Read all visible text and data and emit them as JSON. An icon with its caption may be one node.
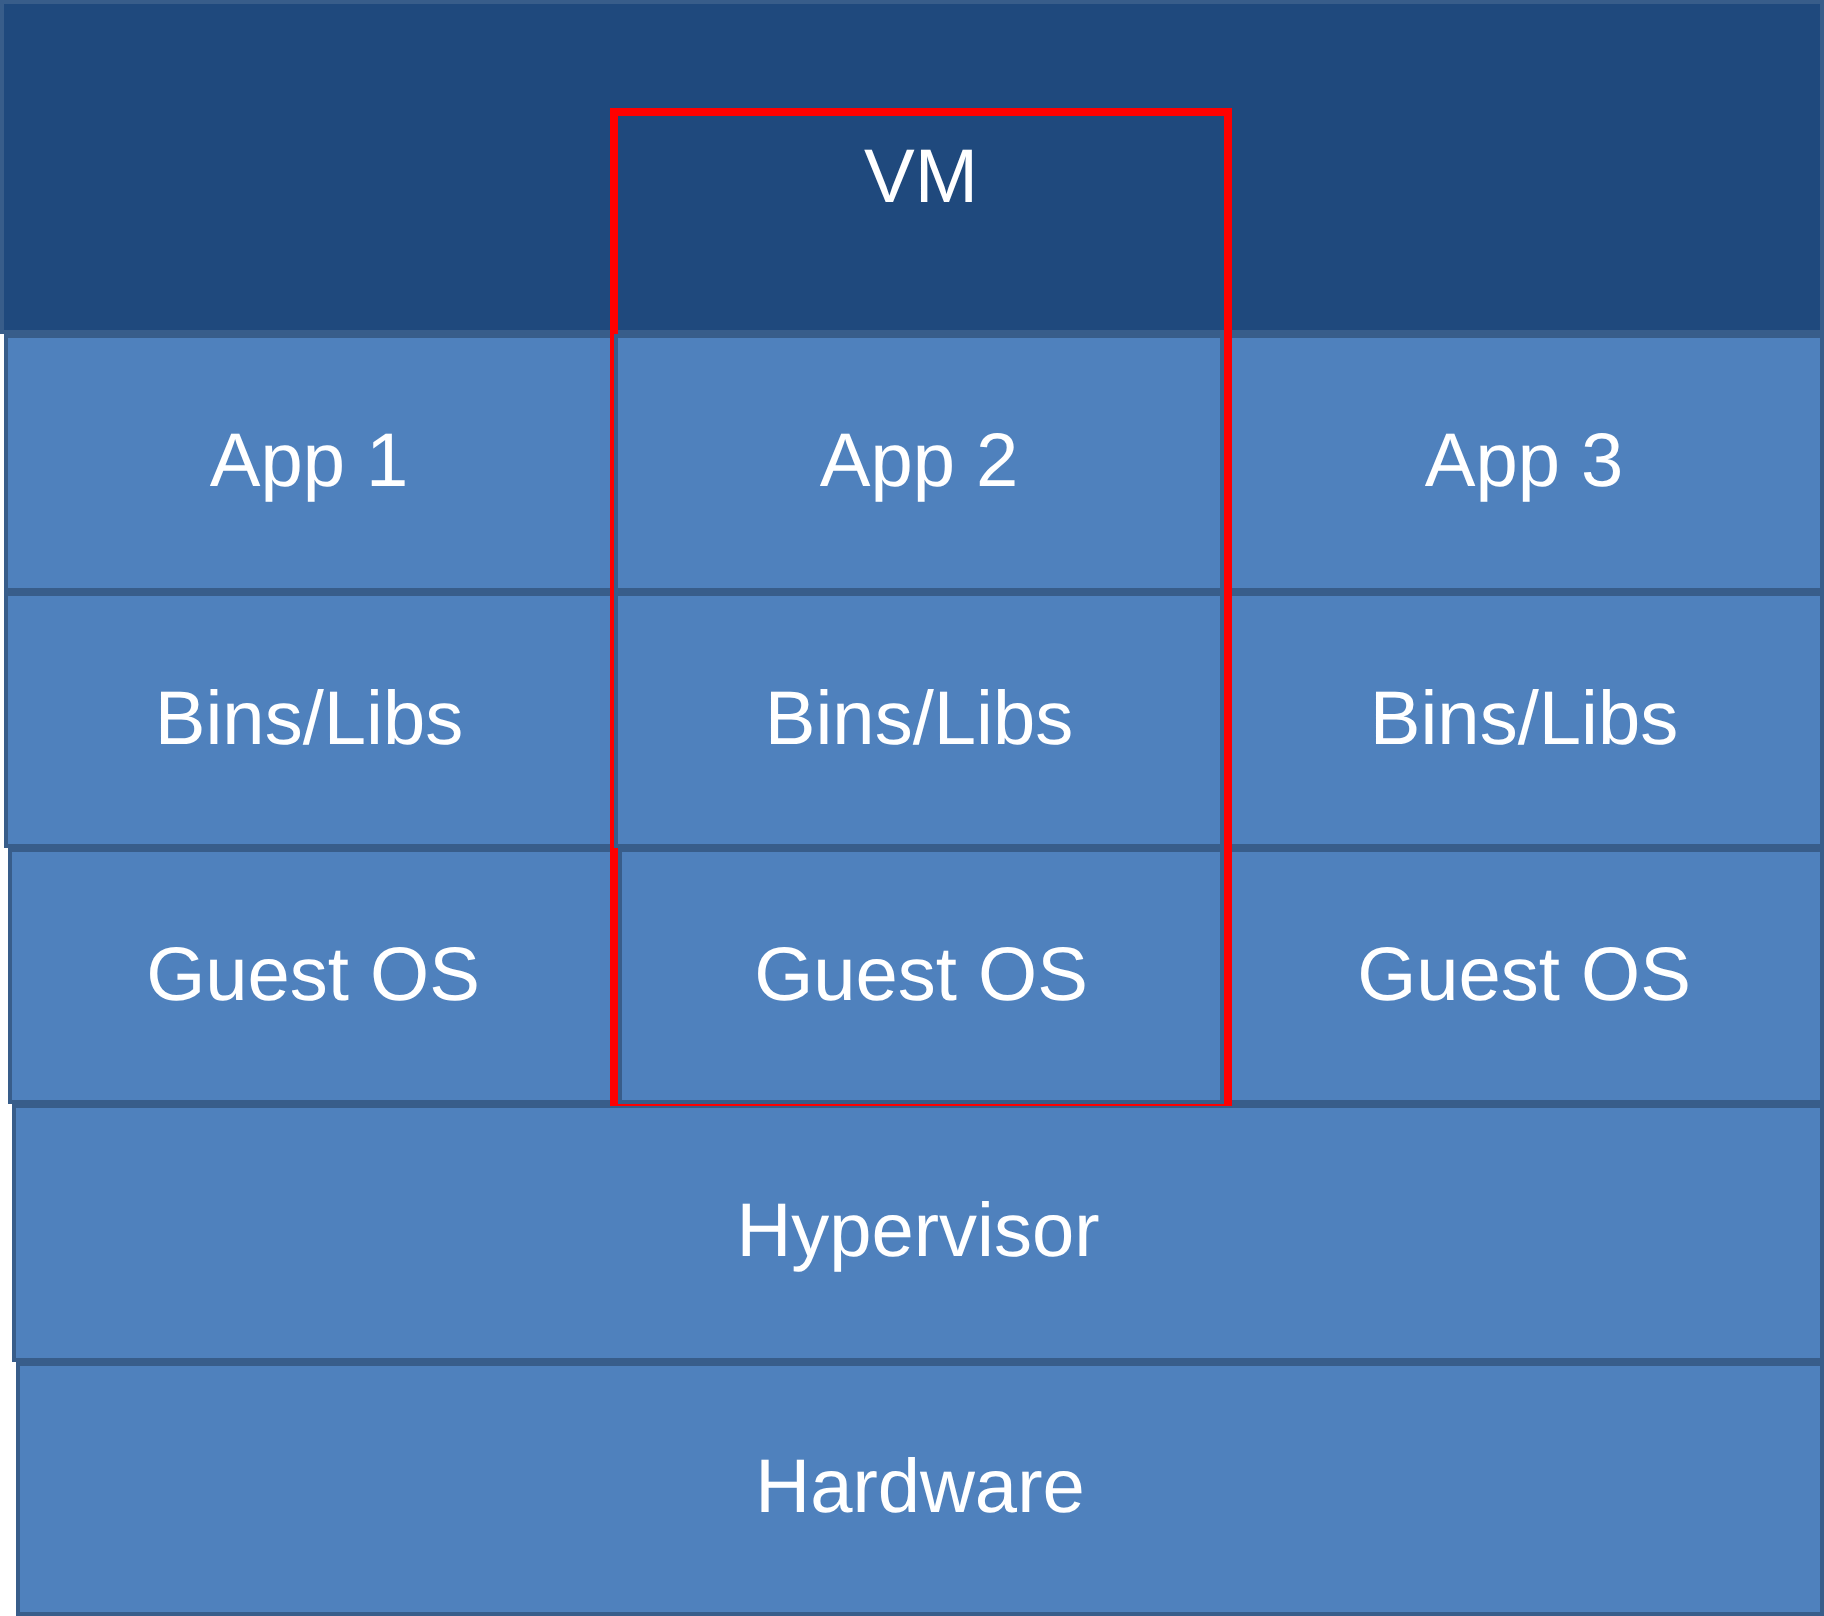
{
  "diagram": {
    "nodes": [
      {
        "text": [
          "VM"
        ]
      },
      {
        "text": [
          "App 1"
        ]
      },
      {
        "text": [
          "App 2"
        ],
        "in": 0
      },
      {
        "text": [
          "App 3"
        ]
      },
      {
        "text": [
          "Bins/Libs"
        ]
      },
      {
        "text": [
          "Bins/Libs"
        ],
        "in": 0
      },
      {
        "text": [
          "Bins/Libs"
        ]
      },
      {
        "text": [
          "Guest OS"
        ]
      },
      {
        "text": [
          "Guest OS"
        ],
        "in": 0
      },
      {
        "text": [
          "Guest OS"
        ]
      },
      {
        "text": [
          "Hypervisor"
        ]
      },
      {
        "text": [
          "Hardware"
        ]
      }
    ],
    "edges": []
  }
}
